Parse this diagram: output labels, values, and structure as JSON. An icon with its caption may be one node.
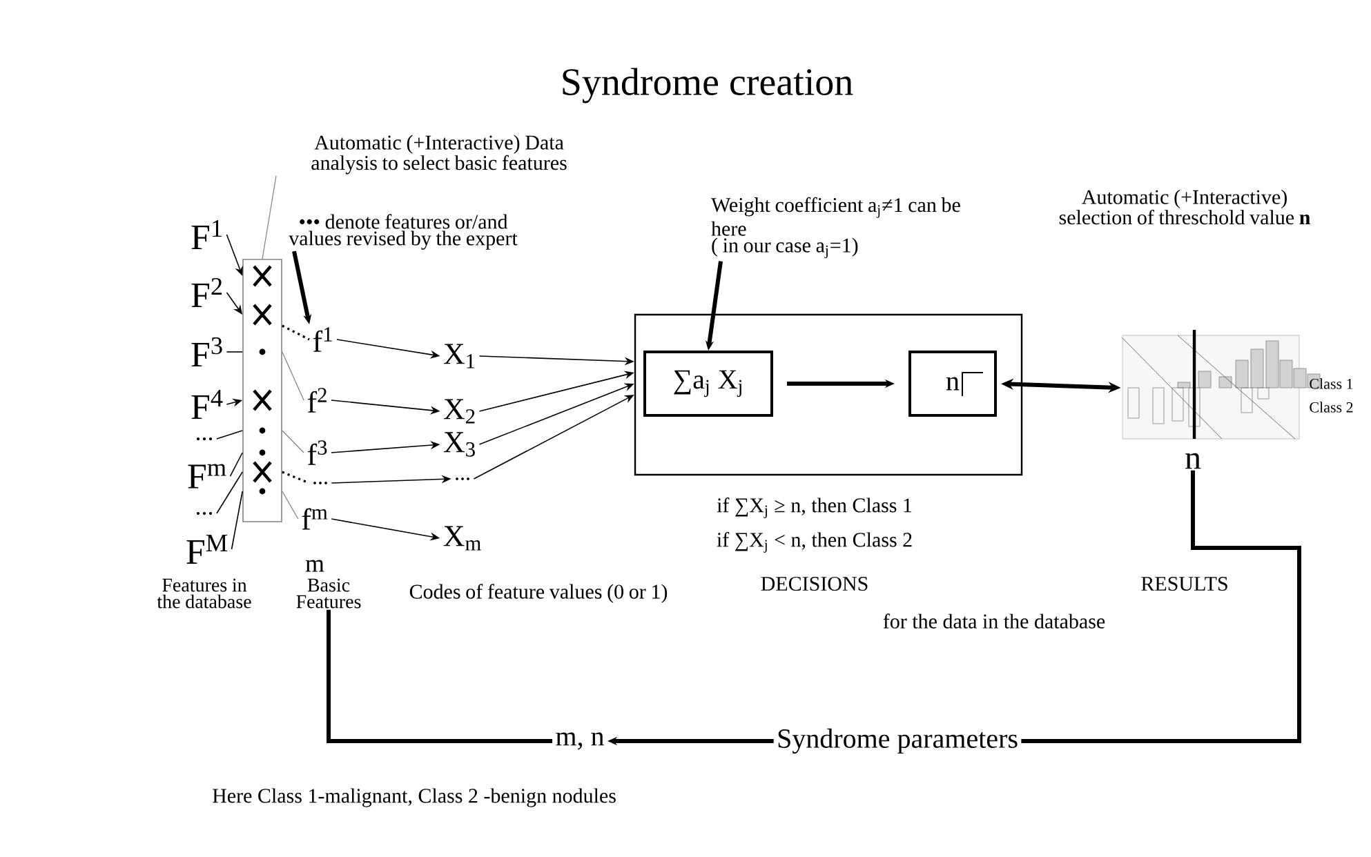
{
  "diagram": {
    "title": "Syndrome creation",
    "nodes": [
      {
        "text": [
          "F$^{1}$"
        ]
      },
      {
        "text": [
          "F$^{2}$"
        ]
      },
      {
        "text": [
          "F$^{3}$"
        ]
      },
      {
        "text": [
          "F$^{4}$"
        ]
      },
      {
        "text": [
          "..."
        ]
      },
      {
        "text": [
          "F$^{m}$"
        ]
      },
      {
        "text": [
          "..."
        ]
      },
      {
        "text": [
          "F$^{M}$"
        ]
      },
      {
        "text": [],
        "shape": "box"
      },
      {
        "text": [
          "f$^{1}$"
        ]
      },
      {
        "text": [
          "f$^{2}$"
        ]
      },
      {
        "text": [
          "f$^{3}$"
        ]
      },
      {
        "text": [
          "..."
        ]
      },
      {
        "text": [
          "f$^{m}$"
        ]
      },
      {
        "text": [
          "X$_{1}$"
        ]
      },
      {
        "text": [
          "X$_{2}$"
        ]
      },
      {
        "text": [
          "X$_{3}$"
        ]
      },
      {
        "text": [
          "..."
        ]
      },
      {
        "text": [
          "X$_{m}$"
        ]
      },
      {
        "text": [],
        "shape": "box"
      },
      {
        "text": [
          "∑a$_{j}$ X$_{j}$"
        ],
        "in": 19
      },
      {
        "text": [
          "n"
        ],
        "in": 19
      },
      {
        "text": [],
        "shape": "picture",
        "beside": [
          "Class 1",
          "Class 2"
        ]
      },
      {
        "text": [
          "n"
        ]
      },
      {
        "text": [
          "Syndrome parameters"
        ]
      },
      {
        "text": [
          "m, n"
        ]
      },
      {
        "text": [
          "Basic Features"
        ]
      },
      {
        "text": [
          "Weight coefficient a$_{j}$≠1 can be here",
          "( in our case a$_{j}$=1)"
        ]
      },
      {
        "text": [
          "Automatic (+Interactive) Data analysis to select basic features"
        ]
      },
      {
        "text": [
          "••• denote features or/and values revised by the expert"
        ]
      }
    ],
    "edges": [
      {
        "from": 0,
        "to": 8,
        "arrow": "to"
      },
      {
        "from": 1,
        "to": 8,
        "arrow": "to"
      },
      {
        "from": 2,
        "to": 8,
        "arrow": "none"
      },
      {
        "from": 3,
        "to": 8,
        "arrow": "to"
      },
      {
        "from": 4,
        "to": 8,
        "arrow": "none"
      },
      {
        "from": 5,
        "to": 8,
        "arrow": "none"
      },
      {
        "from": 6,
        "to": 8,
        "arrow": "none"
      },
      {
        "from": 7,
        "to": 8,
        "arrow": "none"
      },
      {
        "from": 8,
        "to": 9,
        "arrow": "none",
        "style": "dashed"
      },
      {
        "from": 8,
        "to": 10,
        "arrow": "none",
        "color": "#808080"
      },
      {
        "from": 8,
        "to": 11,
        "arrow": "none",
        "color": "#808080"
      },
      {
        "from": 8,
        "to": 12,
        "arrow": "none",
        "style": "dashed"
      },
      {
        "from": 8,
        "to": 13,
        "arrow": "none",
        "color": "#808080"
      },
      {
        "from": 9,
        "to": 14,
        "arrow": "to"
      },
      {
        "from": 10,
        "to": 15,
        "arrow": "to"
      },
      {
        "from": 11,
        "to": 16,
        "arrow": "to"
      },
      {
        "from": 12,
        "to": 17,
        "arrow": "to"
      },
      {
        "from": 13,
        "to": 18,
        "arrow": "to"
      },
      {
        "from": 14,
        "to": 19,
        "arrow": "to"
      },
      {
        "from": 15,
        "to": 19,
        "arrow": "to"
      },
      {
        "from": 16,
        "to": 19,
        "arrow": "to"
      },
      {
        "from": 17,
        "to": 19,
        "arrow": "to"
      },
      {
        "from": 20,
        "to": 21,
        "arrow": "to",
        "style": "thick"
      },
      {
        "from": 21,
        "to": 22,
        "arrow": "both",
        "style": "thick"
      },
      {
        "from": 23,
        "to": 24,
        "arrow": "none",
        "style": "thick"
      },
      {
        "from": 24,
        "to": 25,
        "arrow": "to",
        "style": "thick"
      },
      {
        "from": 25,
        "to": 26,
        "arrow": "none",
        "style": "thick"
      },
      {
        "from": 27,
        "to": 20,
        "arrow": "to",
        "style": "thick"
      },
      {
        "from": 28,
        "to": 8,
        "arrow": "none",
        "color": "#808080"
      },
      {
        "from": 29,
        "to": 9,
        "arrow": "to",
        "style": "thick"
      }
    ],
    "labels": [
      "Automatic (+Interactive) selection of threschold value **n**",
      "m",
      "Features in the database",
      "Codes of feature values (0 or 1)",
      "if ∑X$_{j}$ ≥ n, then Class 1",
      "if ∑X$_{j}$ < n, then Class 2",
      "DECISIONS",
      "RESULTS",
      "for the data in the database",
      "Here Class 1-malignant, Class 2 -benign nodules"
    ]
  }
}
